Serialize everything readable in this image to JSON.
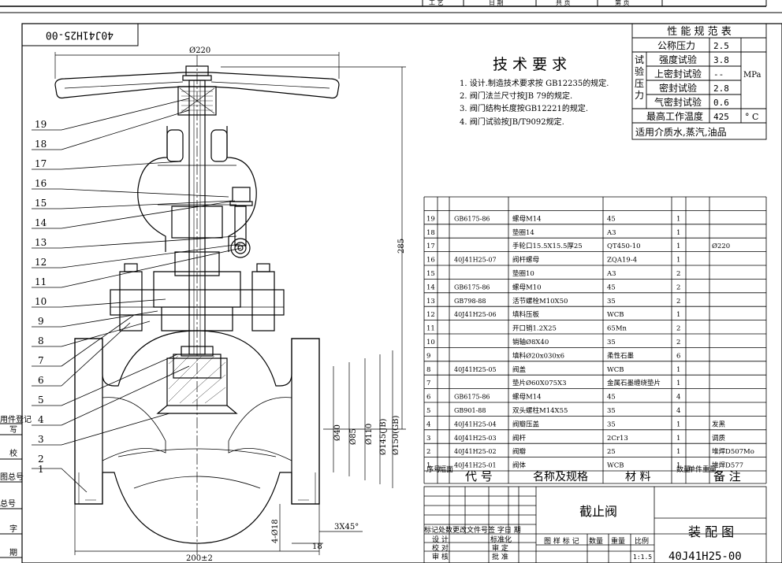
{
  "top_strip": {
    "labels": [
      "工 艺",
      "日 期",
      "共 页",
      "第 页"
    ]
  },
  "drawing_number_box": "40J41H25-00",
  "tech_requirements": {
    "title": "技 术 要 求",
    "items": [
      "1. 设计.制造技术要求按 GB12235的规定.",
      "2. 阀门法兰尺寸按JB 79的规定.",
      "3. 阀门结构长度按GB12221的规定.",
      "4. 阀门试验按JB/T9092规定."
    ]
  },
  "performance_table": {
    "title": "性 能 规 范 表",
    "group_label": "试验压力",
    "unit_pressure": "MPa",
    "rows": [
      {
        "label": "公称压力",
        "value": "2.5"
      },
      {
        "label": "强度试验",
        "value": "3.8"
      },
      {
        "label": "上密封试验",
        "value": "--"
      },
      {
        "label": "密封试验",
        "value": "2.8"
      },
      {
        "label": "气密封试验",
        "value": "0.6"
      }
    ],
    "max_temp_label": "最高工作温度",
    "max_temp_value": "425",
    "max_temp_unit": "° C",
    "medium": "适用介质水,蒸汽,油品"
  },
  "parts_header": {
    "no": "序号",
    "drawing": "幅面",
    "code": "代 号",
    "name": "名称及规格",
    "material": "材 料",
    "qty": "数量",
    "unit_weight": "单件重量",
    "note": "备 注"
  },
  "parts": [
    {
      "no": "19",
      "code": "GB6175-86",
      "name": "螺母M14",
      "material": "45",
      "qty": "1",
      "note": ""
    },
    {
      "no": "18",
      "code": "",
      "name": "垫圈14",
      "material": "A3",
      "qty": "1",
      "note": ""
    },
    {
      "no": "17",
      "code": "",
      "name": "手轮口15.5X15.5厚25",
      "material": "QT450-10",
      "qty": "1",
      "note": "Ø220"
    },
    {
      "no": "16",
      "code": "40J41H25-07",
      "name": "阀杆螺母",
      "material": "ZQA19-4",
      "qty": "1",
      "note": ""
    },
    {
      "no": "15",
      "code": "",
      "name": "垫圈10",
      "material": "A3",
      "qty": "2",
      "note": ""
    },
    {
      "no": "14",
      "code": "GB6175-86",
      "name": "螺母M10",
      "material": "45",
      "qty": "2",
      "note": ""
    },
    {
      "no": "13",
      "code": "GB798-88",
      "name": "活节螺栓M10X50",
      "material": "35",
      "qty": "2",
      "note": ""
    },
    {
      "no": "12",
      "code": "40J41H25-06",
      "name": "填料压板",
      "material": "WCB",
      "qty": "1",
      "note": ""
    },
    {
      "no": "11",
      "code": "",
      "name": "开口销1.2X25",
      "material": "65Mn",
      "qty": "2",
      "note": ""
    },
    {
      "no": "10",
      "code": "",
      "name": "销轴Ø8X40",
      "material": "35",
      "qty": "2",
      "note": ""
    },
    {
      "no": "9",
      "code": "",
      "name": "填料Ø20x030x6",
      "material": "柔性石墨",
      "qty": "6",
      "note": ""
    },
    {
      "no": "8",
      "code": "40J41H25-05",
      "name": "阀盖",
      "material": "WCB",
      "qty": "1",
      "note": ""
    },
    {
      "no": "7",
      "code": "",
      "name": "垫片Ø60X075X3",
      "material": "金属石墨缠绕垫片",
      "qty": "1",
      "note": ""
    },
    {
      "no": "6",
      "code": "GB6175-86",
      "name": "螺母M14",
      "material": "45",
      "qty": "4",
      "note": ""
    },
    {
      "no": "5",
      "code": "GB901-88",
      "name": "双头螺柱M14X55",
      "material": "35",
      "qty": "4",
      "note": ""
    },
    {
      "no": "4",
      "code": "40J41H25-04",
      "name": "阀瓣压盖",
      "material": "35",
      "qty": "1",
      "note": "发黑"
    },
    {
      "no": "3",
      "code": "40J41H25-03",
      "name": "阀杆",
      "material": "2Cr13",
      "qty": "1",
      "note": "调质"
    },
    {
      "no": "2",
      "code": "40J41H25-02",
      "name": "阀瓣",
      "material": "25",
      "qty": "1",
      "note": "堆焊D507Mo"
    },
    {
      "no": "1",
      "code": "40J41H25-01",
      "name": "阀体",
      "material": "WCB",
      "qty": "1",
      "note": "堆焊D577"
    }
  ],
  "title_block": {
    "part_name": "截止阀",
    "sheet_kind": "装 配 图",
    "drawing_no": "40J41H25-00",
    "change_row": "标记处数更改文件号签 字日 期",
    "rows_left": [
      "设 计",
      "校 对",
      "审 核"
    ],
    "rows_mid": [
      "标准化",
      "审 定",
      "批 准"
    ],
    "stage": "图 样 标 记",
    "qty": "数量",
    "weight": "重量",
    "scale_label": "比例",
    "scale_value": "1:1.5"
  },
  "left_margin_labels": [
    "用件登记",
    "写",
    "校",
    "图总号",
    "总号",
    "字",
    "期"
  ],
  "callouts": [
    "19",
    "18",
    "17",
    "16",
    "15",
    "14",
    "13",
    "12",
    "11",
    "10",
    "9",
    "8",
    "7",
    "6",
    "5",
    "4",
    "3",
    "2",
    "1"
  ],
  "dimensions": {
    "handwheel_dia": "Ø220",
    "height": "285",
    "length": "200±2",
    "d40": "Ø40",
    "d85": "Ø85",
    "d110": "Ø110",
    "d145": "Ø145(JB)",
    "d150": "Ø150(GB)",
    "holes": "4-Ø18",
    "flange_t": "18",
    "chamfer": "3X45°"
  }
}
